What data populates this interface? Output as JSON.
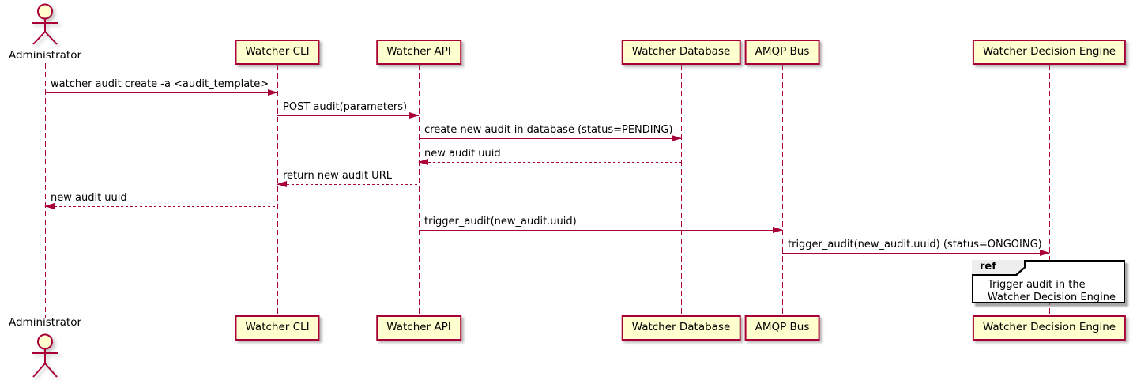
{
  "diagram_type": "sequence-diagram",
  "participants": [
    {
      "label": "Administrator",
      "kind": "actor"
    },
    {
      "label": "Watcher CLI",
      "kind": "participant"
    },
    {
      "label": "Watcher API",
      "kind": "participant"
    },
    {
      "label": "Watcher Database",
      "kind": "participant"
    },
    {
      "label": "AMQP Bus",
      "kind": "participant"
    },
    {
      "label": "Watcher Decision Engine",
      "kind": "participant"
    }
  ],
  "messages": [
    {
      "from": "Administrator",
      "to": "Watcher CLI",
      "label": "watcher audit create -a <audit_template>",
      "line": "solid"
    },
    {
      "from": "Watcher CLI",
      "to": "Watcher API",
      "label": "POST audit(parameters)",
      "line": "solid"
    },
    {
      "from": "Watcher API",
      "to": "Watcher Database",
      "label": "create new audit in database (status=PENDING)",
      "line": "solid"
    },
    {
      "from": "Watcher Database",
      "to": "Watcher API",
      "label": "new audit uuid",
      "line": "dashed"
    },
    {
      "from": "Watcher API",
      "to": "Watcher CLI",
      "label": "return new audit URL",
      "line": "dashed"
    },
    {
      "from": "Watcher CLI",
      "to": "Administrator",
      "label": "new audit uuid",
      "line": "dashed"
    },
    {
      "from": "Watcher API",
      "to": "AMQP Bus",
      "label": "trigger_audit(new_audit.uuid)",
      "line": "solid"
    },
    {
      "from": "AMQP Bus",
      "to": "Watcher Decision Engine",
      "label": "trigger_audit(new_audit.uuid) (status=ONGOING)",
      "line": "solid"
    }
  ],
  "ref": {
    "keyword": "ref",
    "line1": "Trigger audit in the",
    "line2": "Watcher Decision Engine"
  },
  "colors": {
    "stroke": "#A80036",
    "participant_fill": "#FEFECE",
    "text": "#000000",
    "bg": "#FFFFFF",
    "ref_border": "#000000",
    "ref_tab_fill": "#EEEEEE"
  }
}
